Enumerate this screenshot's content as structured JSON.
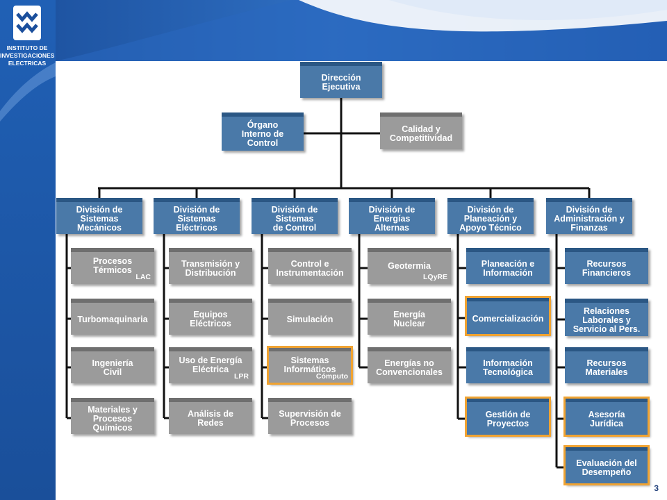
{
  "logo": {
    "line1": "INSTITUTO DE",
    "line2": "INVESTIGACIONES",
    "line3": "ELECTRICAS"
  },
  "page_number": "3",
  "top": {
    "direccion": "Dirección\nEjecutiva",
    "organo": "Órgano\nInterno de\nControl",
    "calidad": "Calidad y\nCompetitividad"
  },
  "divisions": [
    {
      "title": "División de\nSistemas\nMecánicos",
      "units": [
        {
          "label": "Procesos\nTérmicos",
          "tag": "LAC",
          "style": "gray"
        },
        {
          "label": "Turbomaquinaria",
          "style": "gray"
        },
        {
          "label": "Ingeniería\nCivil",
          "style": "gray"
        },
        {
          "label": "Materiales y\nProcesos\nQuímicos",
          "style": "gray"
        }
      ]
    },
    {
      "title": "División de\nSistemas\nEléctricos",
      "units": [
        {
          "label": "Transmisión y\nDistribución",
          "style": "gray"
        },
        {
          "label": "Equipos\nEléctricos",
          "style": "gray"
        },
        {
          "label": "Uso de Energía\nEléctrica",
          "tag": "LPR",
          "style": "gray"
        },
        {
          "label": "Análisis  de\nRedes",
          "style": "gray"
        }
      ]
    },
    {
      "title": "División de\nSistemas\nde Control",
      "units": [
        {
          "label": "Control e\nInstrumentación",
          "style": "gray"
        },
        {
          "label": "Simulación",
          "style": "gray"
        },
        {
          "label": "Sistemas\nInformáticos",
          "tag": "Cómputo",
          "style": "gray",
          "highlight": true
        },
        {
          "label": "Supervisión de\nProcesos",
          "style": "gray"
        }
      ]
    },
    {
      "title": "División de\nEnergías\nAlternas",
      "units": [
        {
          "label": "Geotermia",
          "tag": "LQyRE",
          "style": "gray"
        },
        {
          "label": "Energía\nNuclear",
          "style": "gray"
        },
        {
          "label": "Energías no\nConvencionales",
          "style": "gray"
        }
      ]
    },
    {
      "title": "División de\nPlaneación y\nApoyo Técnico",
      "units": [
        {
          "label": "Planeación e\nInformación",
          "style": "blue"
        },
        {
          "label": "Comercialización",
          "style": "blue",
          "highlight": true
        },
        {
          "label": "Información\nTecnológica",
          "style": "blue"
        },
        {
          "label": "Gestión de\nProyectos",
          "style": "blue",
          "highlight": true
        }
      ]
    },
    {
      "title": "División de\nAdministración y\nFinanzas",
      "units": [
        {
          "label": "Recursos\nFinancieros",
          "style": "blue"
        },
        {
          "label": "Relaciones\nLaborales y\nServicio al Pers.",
          "style": "blue"
        },
        {
          "label": "Recursos\nMateriales",
          "style": "blue"
        },
        {
          "label": "Asesoría\nJurídica",
          "style": "blue",
          "highlight": true
        },
        {
          "label": "Evaluación del\nDesempeño",
          "style": "blue",
          "highlight": true
        }
      ]
    }
  ]
}
